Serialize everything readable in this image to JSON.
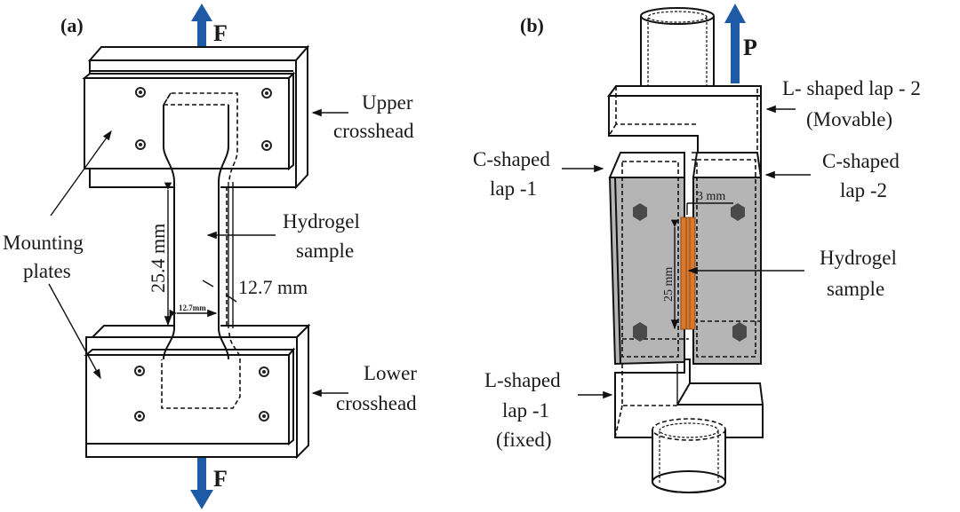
{
  "figure": {
    "panel_a": {
      "label": "(a)",
      "force_top": "F",
      "force_bottom": "F",
      "labels": {
        "upper_crosshead_1": "Upper",
        "upper_crosshead_2": "crosshead",
        "lower_crosshead_1": "Lower",
        "lower_crosshead_2": "crosshead",
        "mounting_plates_1": "Mounting",
        "mounting_plates_2": "plates",
        "hydrogel_1": "Hydrogel",
        "hydrogel_2": "sample"
      },
      "dimensions": {
        "gauge_length": "25.4 mm",
        "thickness": "12.7 mm",
        "width": "12.7mm"
      }
    },
    "panel_b": {
      "label": "(b)",
      "force": "P",
      "labels": {
        "l_lap_2_1": "L- shaped lap - 2",
        "l_lap_2_2": "(Movable)",
        "c_lap_1_1": "C-shaped",
        "c_lap_1_2": "lap -1",
        "c_lap_2_1": "C-shaped",
        "c_lap_2_2": "lap -2",
        "hydrogel_1": "Hydrogel",
        "hydrogel_2": "sample",
        "l_lap_1_1": "L-shaped",
        "l_lap_1_2": "lap -1",
        "l_lap_1_3": "(fixed)"
      },
      "dimensions": {
        "gap": "3 mm",
        "overlap_length": "25 mm"
      }
    },
    "colors": {
      "force_arrow": "#1f5aa6",
      "hydrogel_sample": "#d9782d",
      "lap_fill": "#b5b5b5",
      "bolt": "#4a4a4a"
    }
  }
}
